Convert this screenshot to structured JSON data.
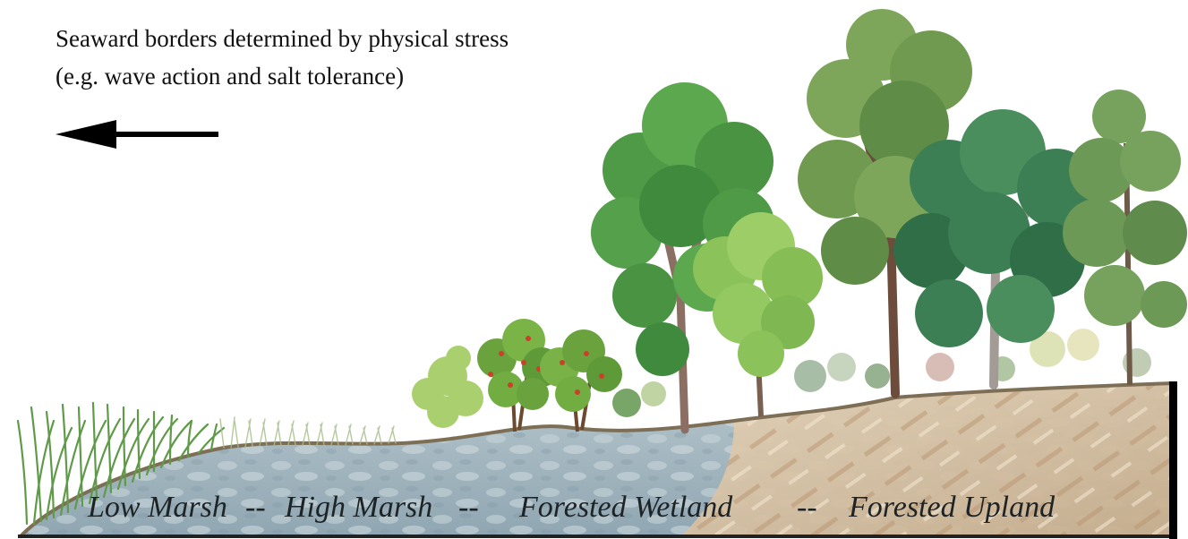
{
  "caption": {
    "line1": "Seaward borders determined by physical stress",
    "line2": "(e.g. wave action and salt tolerance)"
  },
  "arrow": {
    "direction": "left",
    "icon": "left-arrow-icon"
  },
  "zones": {
    "low_marsh": "Low Marsh",
    "sep1": "--",
    "high_marsh": "High Marsh",
    "sep2": "--",
    "forested_wetland": "Forested Wetland",
    "sep3": "--",
    "forested_upland": "Forested Upland"
  },
  "colors": {
    "ground_edge": "#8a7a62",
    "marsh_ground": "#a9b9c2",
    "upland_soil": "#d9c7ad",
    "grass": "#5f9a48",
    "dark_foliage": "#3f7e43",
    "light_foliage": "#8dc157",
    "berry": "#c8412a",
    "wall": "#000000"
  }
}
